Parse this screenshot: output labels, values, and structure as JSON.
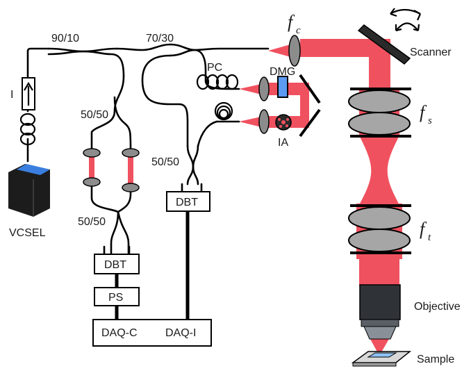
{
  "labels": {
    "vcsel": "VCSEL",
    "isolator": "I",
    "coupler_90_10": "90/10",
    "coupler_70_30": "70/30",
    "coupler_50_50_top": "50/50",
    "coupler_50_50_bottom": "50/50",
    "coupler_50_50_right": "50/50",
    "pc": "PC",
    "dmg": "DMG",
    "ia": "IA",
    "dbt_left": "DBT",
    "dbt_right": "DBT",
    "ps": "PS",
    "daq_c": "DAQ-C",
    "daq_i": "DAQ-I",
    "scanner": "Scanner",
    "objective": "Objective",
    "sample": "Sample"
  },
  "lens_labels": {
    "fc_main": "f",
    "fc_sub": "c",
    "fs_main": "f",
    "fs_sub": "s",
    "ft_main": "f",
    "ft_sub": "t"
  },
  "colors": {
    "beam": "#f0515f",
    "lens": "#8c8c8c",
    "objective_body": "#2f3338",
    "vcsel_body": "#1c1c1c",
    "vcsel_window": "#3a7fe0",
    "dmg_glass": "#5b9bf2",
    "sample_slide": "#8ec2f5"
  }
}
